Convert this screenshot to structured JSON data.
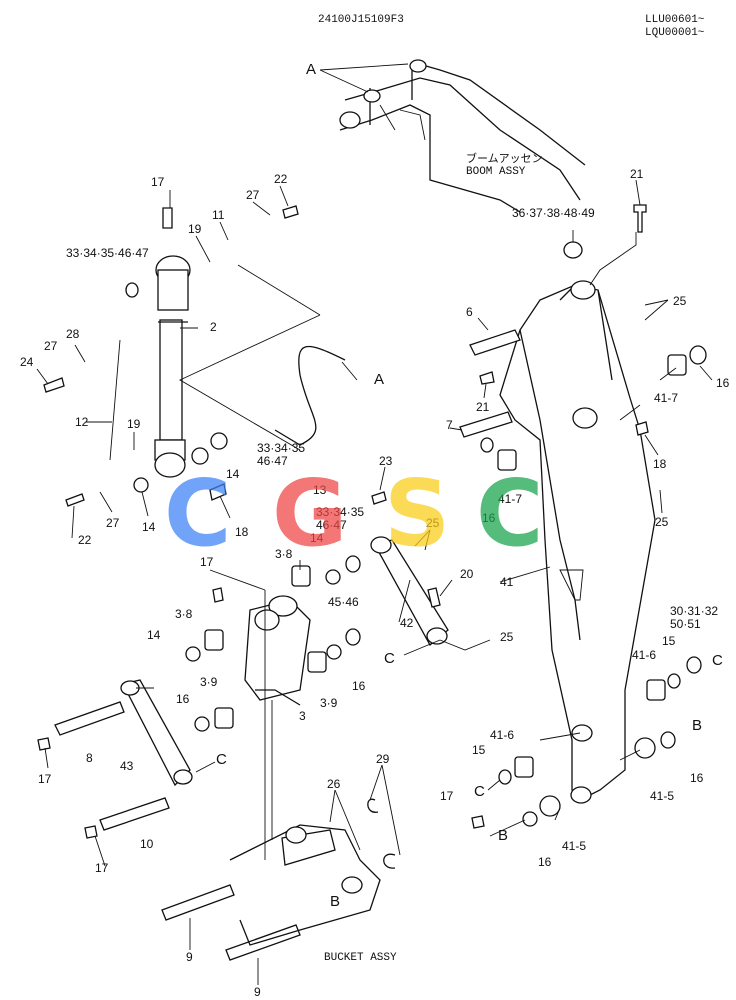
{
  "header": {
    "drawing_number": "24100J15109F3",
    "serial_line_1": "LLU00601~",
    "serial_line_2": "LQU00001~"
  },
  "assemblies": {
    "boom_jp": "ブームアッセン",
    "boom_en": "BOOM ASSY",
    "bucket_en": "BUCKET ASSY"
  },
  "watermark": {
    "letters": [
      "C",
      "G",
      "S",
      "C"
    ],
    "colors": [
      "#3b82f6",
      "#ef4444",
      "#facc15",
      "#16a34a"
    ]
  },
  "callouts": {
    "A_top": "A",
    "A_hose": "A",
    "n17a": "17",
    "n22a": "22",
    "n27a": "27",
    "n11": "11",
    "n19a": "19",
    "g_33_47a": "33·34·35·46·47",
    "n2": "2",
    "n28": "28",
    "n27b": "27",
    "n24": "24",
    "n12": "12",
    "n19b": "19",
    "n14a": "14",
    "g_33_35b": "33·34·35",
    "g_46_47b": "46·47",
    "n13": "13",
    "n18a": "18",
    "n14b": "14",
    "n27c": "27",
    "n22b": "22",
    "n23": "23",
    "g_33_35c": "33·34·35",
    "g_46_47c": "46·47",
    "n14c": "14",
    "n25a": "25",
    "n20": "20",
    "g_45_46": "45·46",
    "n3_8a": "3·8",
    "n17b": "17",
    "n3_8b": "3·8",
    "n14d": "14",
    "n16a": "16",
    "n3_9a": "3·9",
    "n3": "3",
    "n3_9b": "3·9",
    "n16b": "16",
    "n42": "42",
    "n25b": "25",
    "C_link": "C",
    "n43": "43",
    "C_left": "C",
    "n8": "8",
    "n17c": "17",
    "n10": "10",
    "n17d": "17",
    "n26": "26",
    "n29": "29",
    "B_bucket": "B",
    "n9a": "9",
    "n9b": "9",
    "n21a": "21",
    "g_36_49": "36·37·38·48·49",
    "n6": "6",
    "n25c": "25",
    "n16c": "16",
    "n41_7a": "41-7",
    "n21b": "21",
    "n7": "7",
    "n18b": "18",
    "n41_7b": "41-7",
    "n16d": "16",
    "n25d": "25",
    "n41": "41",
    "g_30_32": "30·31·32",
    "g_50_51": "50·51",
    "n15a": "15",
    "C_right": "C",
    "n41_6a": "41-6",
    "B_right": "B",
    "n16e": "16",
    "n41_5a": "41-5",
    "n41_6b": "41-6",
    "n15b": "15",
    "C_lower": "C",
    "n17e": "17",
    "B_lower": "B",
    "n16f": "16",
    "n41_5b": "41-5"
  }
}
